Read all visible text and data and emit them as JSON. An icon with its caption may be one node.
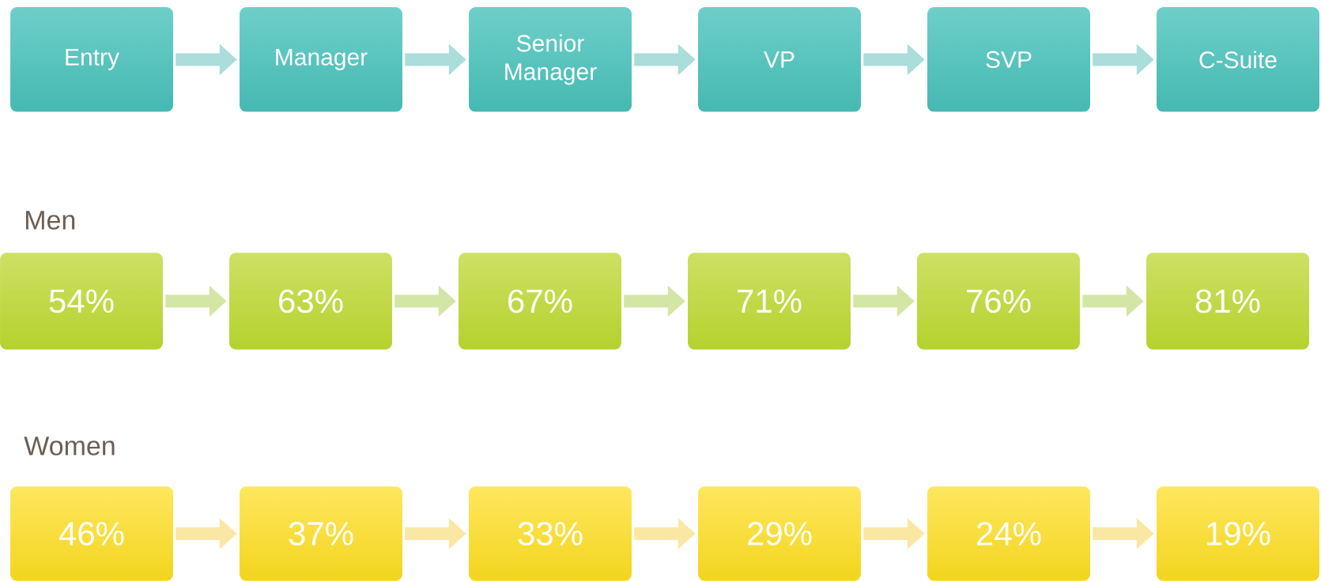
{
  "diagram": {
    "nodes": [
      {
        "text": [
          "Entry"
        ]
      },
      {
        "text": [
          "Manager"
        ]
      },
      {
        "text": [
          "Senior Manager"
        ]
      },
      {
        "text": [
          "VP"
        ]
      },
      {
        "text": [
          "SVP"
        ]
      },
      {
        "text": [
          "C-Suite"
        ]
      },
      {
        "text": [
          "54%"
        ]
      },
      {
        "text": [
          "63%"
        ]
      },
      {
        "text": [
          "67%"
        ]
      },
      {
        "text": [
          "71%"
        ]
      },
      {
        "text": [
          "76%"
        ]
      },
      {
        "text": [
          "81%"
        ]
      },
      {
        "text": [
          "46%"
        ]
      },
      {
        "text": [
          "37%"
        ]
      },
      {
        "text": [
          "33%"
        ]
      },
      {
        "text": [
          "29%"
        ]
      },
      {
        "text": [
          "24%"
        ]
      },
      {
        "text": [
          "19%"
        ]
      }
    ],
    "edges": [
      {
        "from": 0,
        "to": 1,
        "arrow": "to"
      },
      {
        "from": 1,
        "to": 2,
        "arrow": "to"
      },
      {
        "from": 2,
        "to": 3,
        "arrow": "to"
      },
      {
        "from": 3,
        "to": 4,
        "arrow": "to"
      },
      {
        "from": 4,
        "to": 5,
        "arrow": "to"
      },
      {
        "from": 6,
        "to": 7,
        "arrow": "to"
      },
      {
        "from": 7,
        "to": 8,
        "arrow": "to"
      },
      {
        "from": 8,
        "to": 9,
        "arrow": "to"
      },
      {
        "from": 9,
        "to": 10,
        "arrow": "to"
      },
      {
        "from": 10,
        "to": 11,
        "arrow": "to"
      },
      {
        "from": 12,
        "to": 13,
        "arrow": "to"
      },
      {
        "from": 13,
        "to": 14,
        "arrow": "to"
      },
      {
        "from": 14,
        "to": 15,
        "arrow": "to"
      },
      {
        "from": 15,
        "to": 16,
        "arrow": "to"
      },
      {
        "from": 16,
        "to": 17,
        "arrow": "to"
      }
    ],
    "labels": [
      "Men",
      "Women"
    ]
  }
}
